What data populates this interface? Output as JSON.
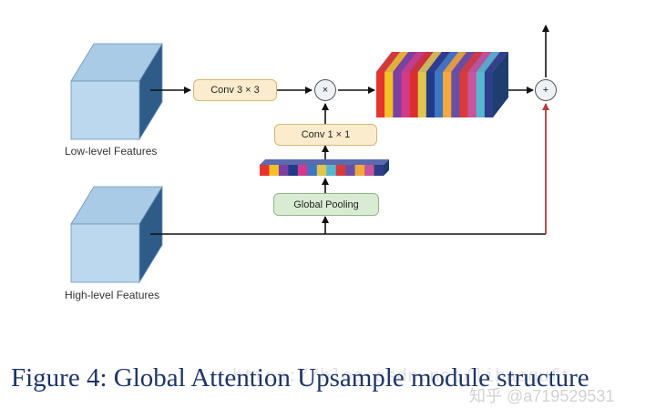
{
  "labels": {
    "low_level": "Low-level Features",
    "high_level": "High-level Features"
  },
  "blocks": {
    "conv3x3": "Conv 3 × 3",
    "conv1x1": "Conv 1 × 1",
    "global_pooling": "Global Pooling"
  },
  "operators": {
    "multiply": "×",
    "add": "+"
  },
  "caption": "Figure 4: Global Attention Upsample module structure",
  "watermarks": {
    "url": "https://blog.csdn.net/libaoguft",
    "zhihu": "知乎 @a719529531"
  },
  "colors": {
    "cube_front": "#bcd8ee",
    "cube_side": "#2f5b89",
    "cube_top": "#a9cbe5",
    "tensor_stripes": [
      "#e5352d",
      "#f4c228",
      "#7d3fa0",
      "#d43a8b",
      "#d92f2f",
      "#e0c54e",
      "#233a8a",
      "#3c77c4",
      "#f2a93b",
      "#6a4ea3",
      "#da3a3a",
      "#c9549b",
      "#58b7d0",
      "#2c3e8a"
    ],
    "vector_stripes": [
      "#e5352d",
      "#f4c228",
      "#7d3fa0",
      "#233a8a",
      "#d43a8b",
      "#3c77c4",
      "#e0c54e",
      "#58b7d0",
      "#da3a3a",
      "#6a4ea3",
      "#f2a93b",
      "#c9549b",
      "#2c3e8a"
    ],
    "skip_arrow": "#b83a3a"
  }
}
